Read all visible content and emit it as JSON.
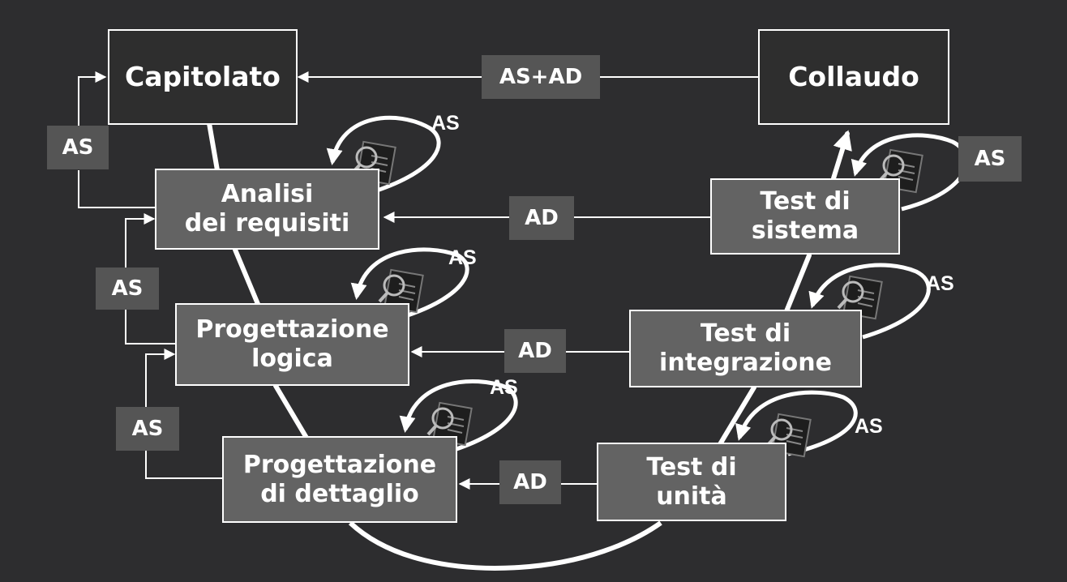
{
  "nodes": {
    "capitolato": "Capitolato",
    "collaudo": "Collaudo",
    "analisi": "Analisi\ndei requisiti",
    "test_sistema": "Test di\nsistema",
    "prog_logica": "Progettazione\nlogica",
    "test_integrazione": "Test di\nintegrazione",
    "prog_dettaglio": "Progettazione\ndi dettaglio",
    "test_unita": "Test di\nunità"
  },
  "tags": {
    "top": "AS+AD",
    "left_1": "AS",
    "left_2": "AS",
    "left_3": "AS",
    "mid_1": "AD",
    "mid_2": "AD",
    "mid_3": "AD"
  },
  "loops": {
    "analisi": "AS",
    "prog_logica": "AS",
    "prog_dettaglio": "AS",
    "test_sistema": "AS",
    "test_integrazione": "AS",
    "test_unita": "AS"
  },
  "icons": [
    "magnifier-document-icon"
  ],
  "colors": {
    "background": "#2d2d2f",
    "box_dark": "#2e2e2e",
    "box_mid": "#636363",
    "tag": "#555555",
    "line": "#ffffff"
  }
}
